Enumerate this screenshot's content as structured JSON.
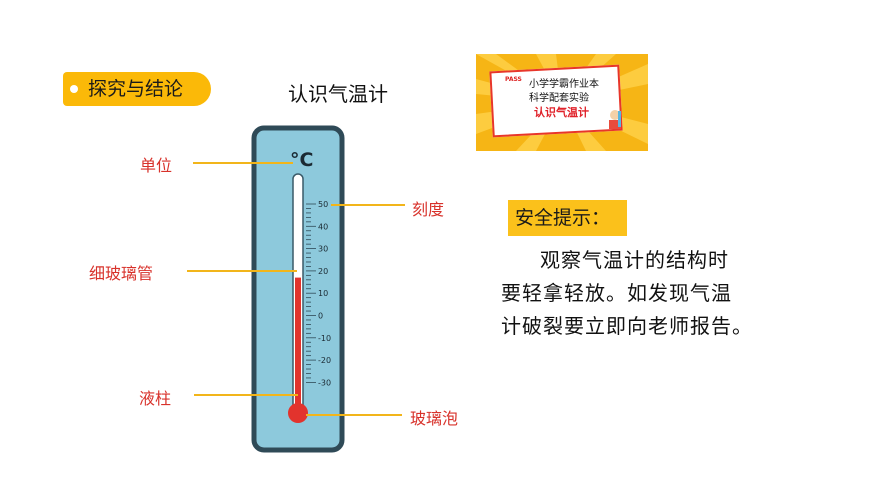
{
  "section_tag": "探究与结论",
  "page_title": "认识气温计",
  "thumbnail": {
    "logo": "PASS",
    "line1": "小学学霸作业本",
    "line2": "科学配套实验",
    "line3": "认识气温计"
  },
  "thermometer": {
    "unit": "°C",
    "ticks": [
      "50",
      "40",
      "30",
      "20",
      "10",
      "0",
      "-10",
      "-20",
      "-30"
    ],
    "liquid_color": "#e2332d",
    "body_color": "#8dc9dc",
    "reading_celsius": 17
  },
  "labels": {
    "unit": "单位",
    "tube": "细玻璃管",
    "column": "液柱",
    "scale": "刻度",
    "bulb": "玻璃泡"
  },
  "safety": {
    "heading": "安全提示：",
    "lines": [
      "观察气温计的结构时",
      "要轻拿轻放。如发现气温",
      "计破裂要立即向老师报告。"
    ]
  },
  "colors": {
    "accent": "#fbb908",
    "label_red": "#d8322b"
  }
}
